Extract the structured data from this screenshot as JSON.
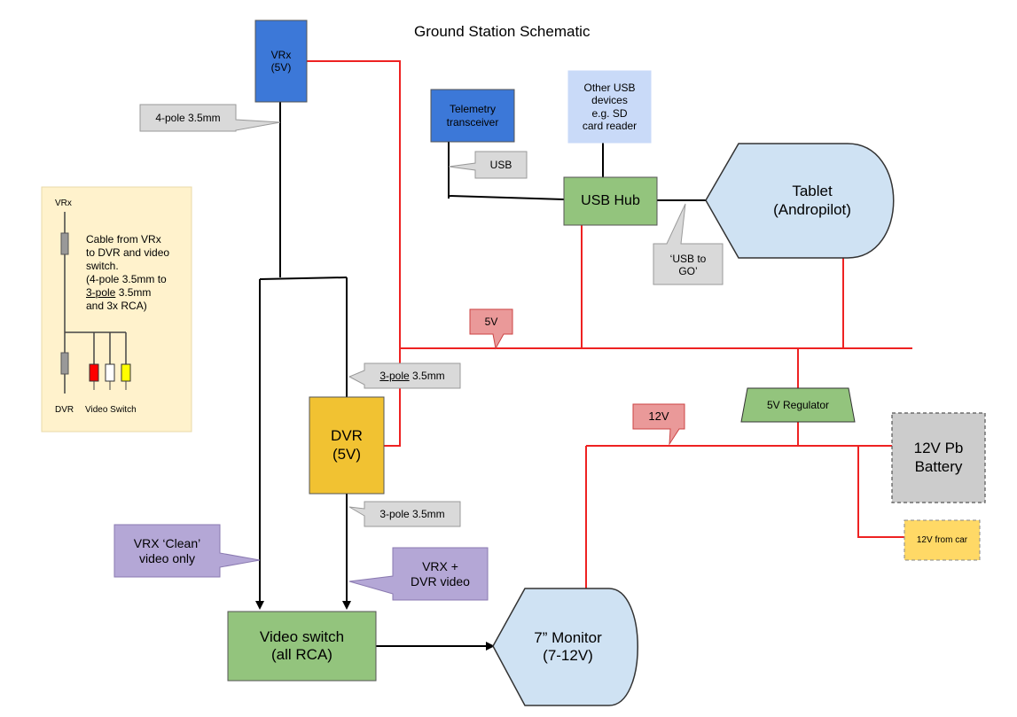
{
  "title": "Ground Station Schematic",
  "nodes": {
    "vrx": {
      "line1": "VRx",
      "line2": "(5V)"
    },
    "telemetry": {
      "line1": "Telemetry",
      "line2": "transceiver"
    },
    "other_usb": {
      "line1": "Other USB",
      "line2": "devices",
      "line3": "e.g. SD",
      "line4": "card reader"
    },
    "usb_hub": {
      "label": "USB Hub"
    },
    "tablet": {
      "line1": "Tablet",
      "line2": "(Andropilot)"
    },
    "dvr": {
      "line1": "DVR",
      "line2": "(5V)"
    },
    "regulator": {
      "label": "5V Regulator"
    },
    "battery": {
      "line1": "12V Pb",
      "line2": "Battery"
    },
    "car": {
      "label": "12V from car"
    },
    "video_switch": {
      "line1": "Video switch",
      "line2": "(all RCA)"
    },
    "monitor": {
      "line1": "7” Monitor",
      "line2": "(7-12V)"
    }
  },
  "callouts": {
    "four_pole": "4-pole 3.5mm",
    "usb": "USB",
    "usb_to_go_line1": "‘USB to",
    "usb_to_go_line2": "GO’",
    "five_v": "5V",
    "twelve_v": "12V",
    "three_pole_top_underlined": "3-pole",
    "three_pole_top_rest": " 3.5mm",
    "three_pole_bottom": "3-pole 3.5mm",
    "clean_line1": "VRX ‘Clean’",
    "clean_line2": "video only",
    "vrx_dvr_line1": "VRX +",
    "vrx_dvr_line2": "DVR video"
  },
  "inset": {
    "vrx_label": "VRx",
    "dvr_label": "DVR",
    "switch_label": "Video Switch",
    "desc_line1": "Cable from VRx",
    "desc_line2": "to DVR and video",
    "desc_line3": "switch.",
    "desc_line4": "(4-pole 3.5mm to",
    "desc_line5_underlined": "3-pole",
    "desc_line5_rest": " 3.5mm",
    "desc_line6": "and 3x RCA)"
  },
  "colors": {
    "power_line": "#ee2222",
    "signal_line": "#000000",
    "vrx_fill": "#3c78d8",
    "telemetry_fill": "#3c78d8",
    "usb_device_fill": "#c9daf8",
    "hub_fill": "#93c47d",
    "tablet_fill": "#cfe2f3",
    "dvr_fill": "#f1c232",
    "regulator_fill": "#93c47d",
    "battery_fill": "#cccccc",
    "car_fill": "#ffd966",
    "video_switch_fill": "#93c47d",
    "monitor_fill": "#cfe2f3",
    "callout_grey": "#d9d9d9",
    "callout_red": "#ea9999",
    "callout_purple": "#b4a7d6",
    "inset_fill": "#fff2cc",
    "rca_red": "#ff0000",
    "rca_white": "#ffffff",
    "rca_yellow": "#ffff00"
  }
}
